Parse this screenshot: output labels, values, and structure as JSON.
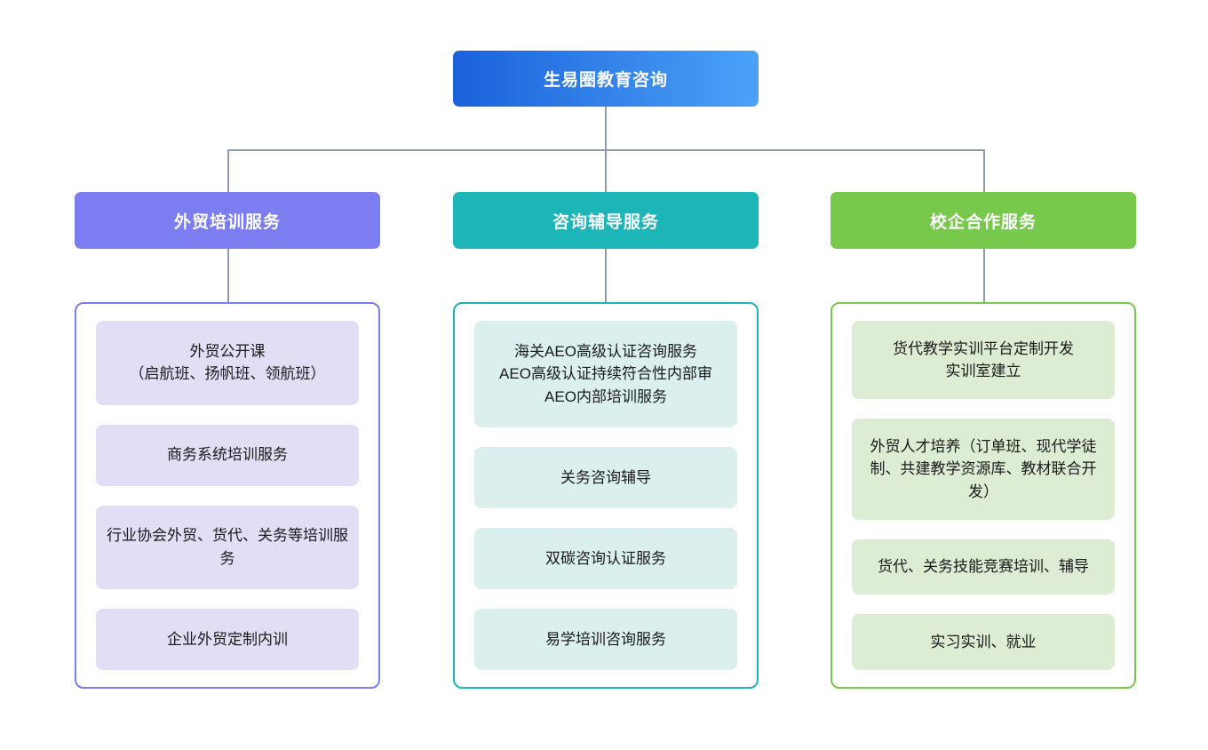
{
  "diagram": {
    "type": "organization-chart",
    "orientation": "top-down",
    "background_color": "#FFFFFF",
    "connector_color": "#8E9BAB"
  },
  "root": {
    "label": "生易圈教育咨询",
    "gradient_from": "#1B62DB",
    "gradient_to": "#4BA2F7",
    "text_color": "#FFFFFF"
  },
  "columns": [
    {
      "header": "外贸培训服务",
      "accent_color": "#7B7DF0",
      "item_fill": "#E2DEF5",
      "items": [
        "外贸公开课\n（启航班、扬帆班、领航班）",
        "商务系统培训服务",
        "行业协会外贸、货代、关务等培训服务",
        "企业外贸定制内训"
      ]
    },
    {
      "header": "咨询辅导服务",
      "accent_color": "#1CB5B8",
      "item_fill": "#DBF0EE",
      "items": [
        "海关AEO高级认证咨询服务\nAEO高级认证持续符合性内部审\nAEO内部培训服务",
        "关务咨询辅导",
        "双碳咨询认证服务",
        "易学培训咨询服务"
      ]
    },
    {
      "header": "校企合作服务",
      "accent_color": "#76C94A",
      "item_fill": "#DCEDD4",
      "items": [
        "货代教学实训平台定制开发\n实训室建立",
        "外贸人才培养（订单班、现代学徒制、共建教学资源库、教材联合开发）",
        "货代、关务技能竞赛培训、辅导",
        "实习实训、就业"
      ]
    }
  ]
}
